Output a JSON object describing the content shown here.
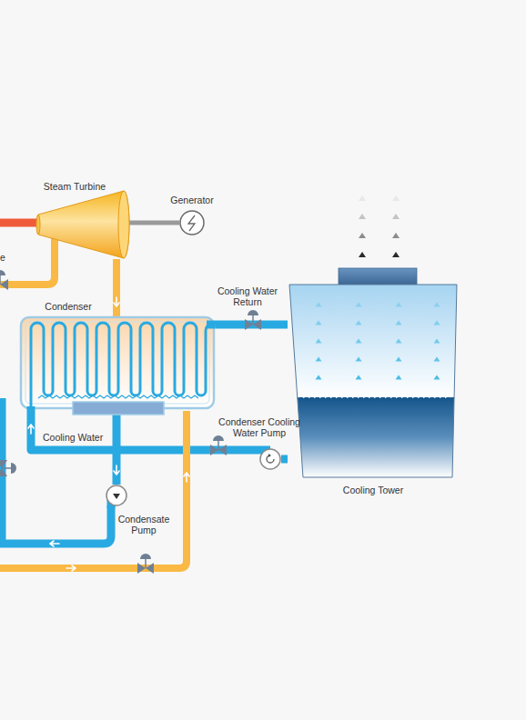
{
  "diagram": {
    "nodes": [
      {
        "text": [
          "Steam Turbine"
        ]
      },
      {
        "text": [
          "Generator"
        ]
      },
      {
        "text": [
          "Condenser"
        ]
      },
      {
        "text": [
          "Cooling Tower"
        ]
      },
      {
        "text": [
          "Condenser Cooling Water Pump"
        ]
      },
      {
        "text": [
          "Condensate Pump"
        ]
      }
    ],
    "edges": [
      {
        "from": 0,
        "to": 1,
        "arrow": "none"
      },
      {
        "from": 0,
        "to": 2,
        "arrow": "to"
      },
      {
        "from": 2,
        "to": 3,
        "arrow": "none"
      },
      {
        "from": 3,
        "to": 4,
        "arrow": "none"
      },
      {
        "from": 4,
        "to": 2,
        "arrow": "to"
      },
      {
        "from": 2,
        "to": 5,
        "arrow": "to"
      }
    ],
    "labels": [
      "e",
      "Cooling Water Return",
      "Cooling Water"
    ]
  }
}
